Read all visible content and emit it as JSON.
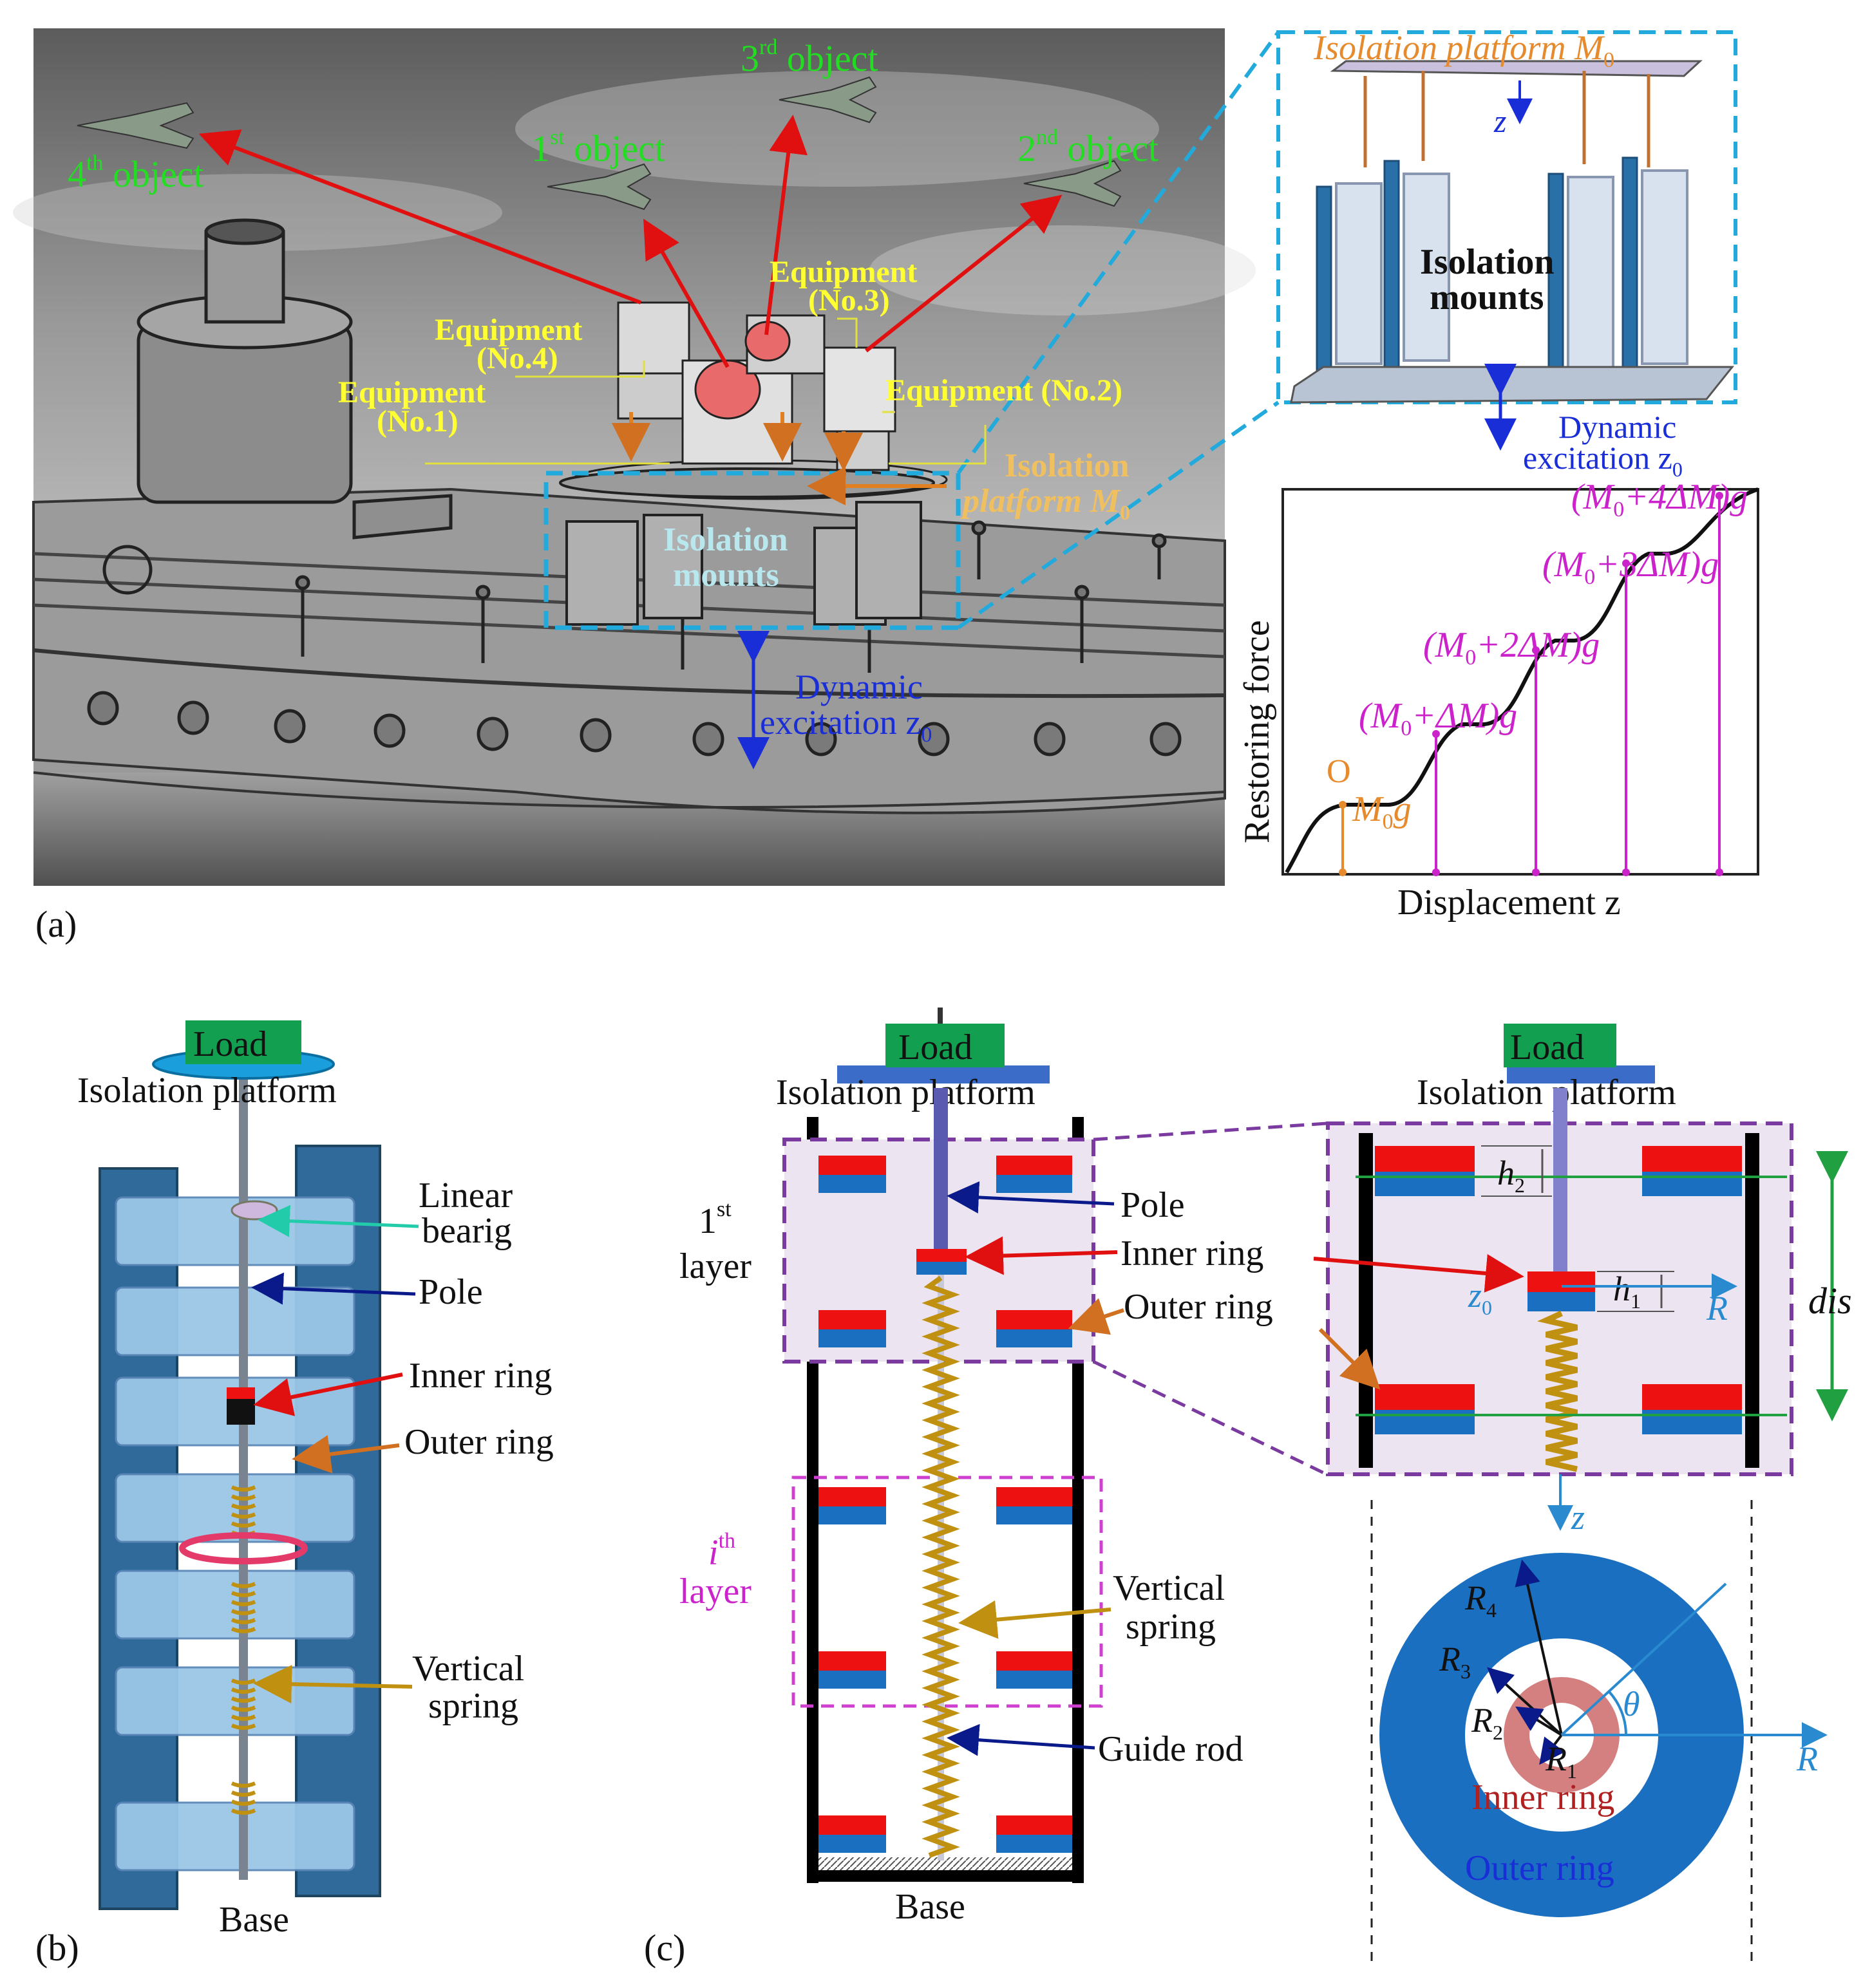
{
  "panel_a": {
    "caption": "(a)",
    "objects": [
      {
        "id": "4",
        "num": "4",
        "sup": "th",
        "word": " object"
      },
      {
        "id": "1",
        "num": "1",
        "sup": "st",
        "word": " object"
      },
      {
        "id": "3",
        "num": "3",
        "sup": "rd",
        "word": " object"
      },
      {
        "id": "2",
        "num": "2",
        "sup": "nd",
        "word": " object"
      }
    ],
    "equipment": {
      "eq3_line1": "Equipment",
      "eq3_line2": "(No.3)",
      "eq4_line1": "Equipment",
      "eq4_line2": "(No.4)",
      "eq1_line1": "Equipment",
      "eq1_line2": "(No.1)",
      "eq2": "Equipment (No.2)"
    },
    "isolation_platform_line1": "Isolation",
    "isolation_platform_line2": "platform M",
    "isolation_platform_sub": "0",
    "isolation_mounts_line1": "Isolation",
    "isolation_mounts_line2": "mounts",
    "dynamic_line1": "Dynamic",
    "dynamic_line2": "excitation z",
    "dynamic_sub": "0",
    "inset": {
      "platform_label": "Isolation platform M",
      "platform_sub": "0",
      "z_label": "z",
      "mounts_line1": "Isolation",
      "mounts_line2": "mounts",
      "dyn_line1": "Dynamic",
      "dyn_line2": "excitation z",
      "dyn_sub": "0"
    },
    "chart": {
      "ylabel": "Restoring force",
      "xlabel": "Displacement z",
      "origin_label": "O",
      "step_labels": [
        {
          "pre": "M",
          "sub": "0",
          "post": "g"
        },
        {
          "pre": "(M",
          "sub": "0",
          "post": "+ΔM)g"
        },
        {
          "pre": "(M",
          "sub": "0",
          "post": "+2ΔM)g"
        },
        {
          "pre": "(M",
          "sub": "0",
          "post": "+3ΔM)g"
        },
        {
          "pre": "(M",
          "sub": "0",
          "post": "+4ΔM)g"
        }
      ]
    }
  },
  "panel_b": {
    "caption": "(b)",
    "load": "Load",
    "platform": "Isolation platform",
    "linear_line1": "Linear",
    "linear_line2": "bearig",
    "pole": "Pole",
    "inner": "Inner ring",
    "outer": "Outer ring",
    "spring_line1": "Vertical",
    "spring_line2": "spring",
    "base": "Base"
  },
  "panel_c": {
    "caption": "(c)",
    "load": "Load",
    "platform": "Isolation platform",
    "first_num": "1",
    "first_sup": "st",
    "first_word": "layer",
    "ith_num": "i",
    "ith_sup": "th",
    "ith_word": "layer",
    "pole": "Pole",
    "inner": "Inner ring",
    "outer": "Outer ring",
    "spring_line1": "Vertical",
    "spring_line2": "spring",
    "guide": "Guide rod",
    "base": "Base",
    "detail": {
      "load": "Load",
      "platform": "Isolation platform",
      "h2": "h",
      "h2_sub": "2",
      "h1": "h",
      "h1_sub": "1",
      "z0": "z",
      "z0_sub": "0",
      "R": "R",
      "dis": "dis",
      "z": "z"
    },
    "ring": {
      "R4": "R",
      "R4_sub": "4",
      "R3": "R",
      "R3_sub": "3",
      "R2": "R",
      "R2_sub": "2",
      "R1": "R",
      "R1_sub": "1",
      "theta": "θ",
      "R": "R",
      "inner": "Inner ring",
      "outer": "Outer ring"
    }
  },
  "colors": {
    "magnet_red": "#ee1111",
    "magnet_blue": "#1a6fc0",
    "layer_fill": "#ece4f0",
    "dash_cyan": "#22aadd",
    "dash_purple": "#7a3aa0",
    "load_green": "#12a050",
    "magenta": "#cc22cc",
    "orange": "#e68a2e"
  }
}
